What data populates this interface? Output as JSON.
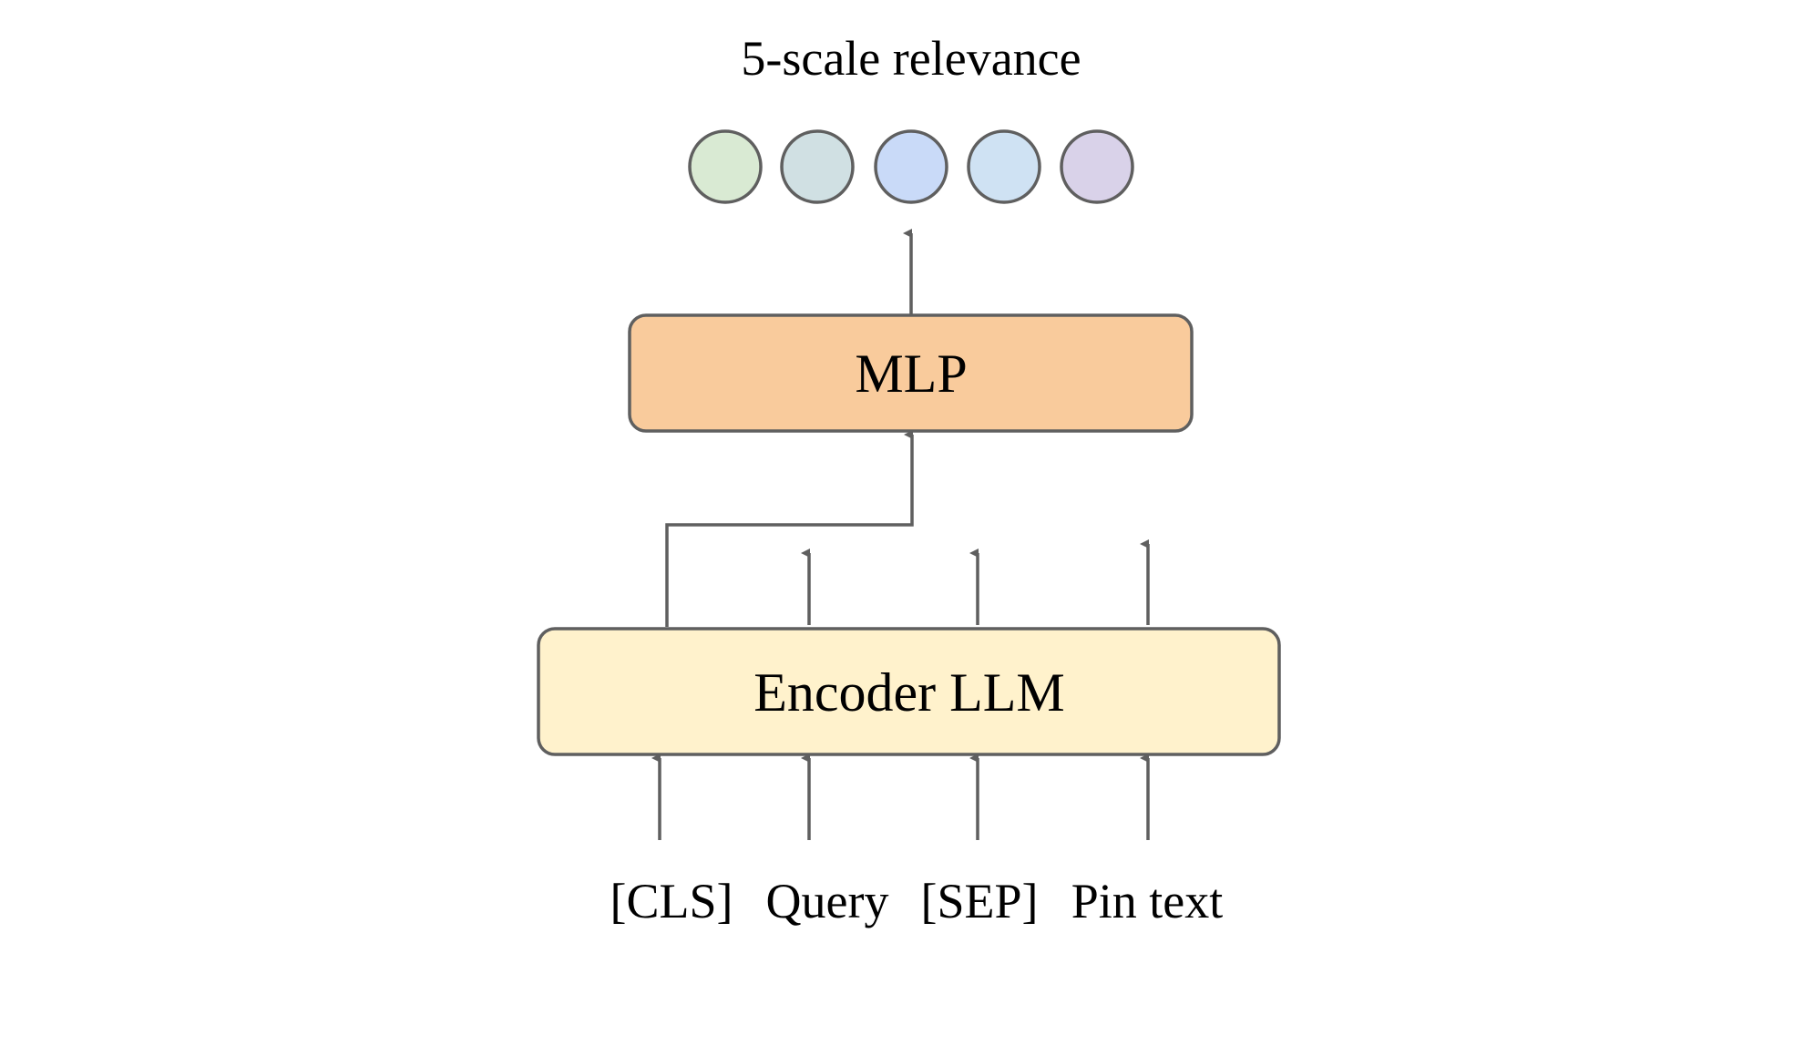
{
  "diagram": {
    "output_title": "5-scale relevance",
    "output_nodes": [
      {
        "fill": "#d9ead3"
      },
      {
        "fill": "#d0e0e3"
      },
      {
        "fill": "#c9daf8"
      },
      {
        "fill": "#cfe2f3"
      },
      {
        "fill": "#d9d2e9"
      }
    ],
    "mlp": {
      "label": "MLP",
      "fill": "#f9cb9c"
    },
    "encoder": {
      "label": "Encoder LLM",
      "fill": "#fff2cc"
    },
    "inputs": [
      "[CLS]",
      "Query",
      "[SEP]",
      "Pin text"
    ],
    "line_color": "#5f5f5f"
  }
}
